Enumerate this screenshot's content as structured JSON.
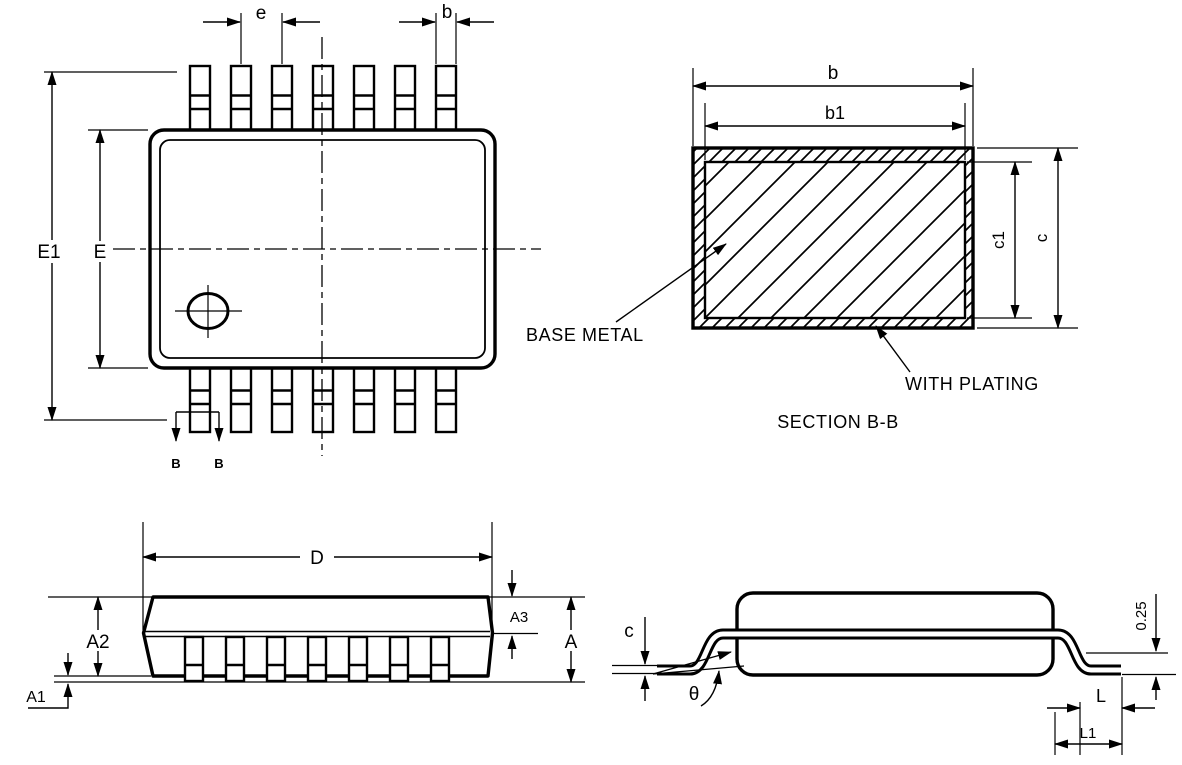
{
  "doc": {
    "kind": "IC package outline drawing",
    "ink": "#000000",
    "paper": "#ffffff"
  },
  "top_view": {
    "dim_e": "e",
    "dim_b": "b",
    "dim_E1": "E1",
    "dim_E": "E",
    "section_mark_left": "B",
    "section_mark_right": "B"
  },
  "section_view": {
    "dim_b": "b",
    "dim_b1": "b1",
    "dim_c1": "c1",
    "dim_c": "c",
    "label_base_metal": "BASE METAL",
    "label_with_plating": "WITH PLATING",
    "caption": "SECTION B-B"
  },
  "front_view": {
    "dim_D": "D",
    "dim_A": "A",
    "dim_A1": "A1",
    "dim_A2": "A2",
    "dim_A3": "A3"
  },
  "profile_view": {
    "dim_c": "c",
    "dim_theta": "θ",
    "dim_gauge": "0.25",
    "dim_L": "L",
    "dim_L1": "L1"
  }
}
